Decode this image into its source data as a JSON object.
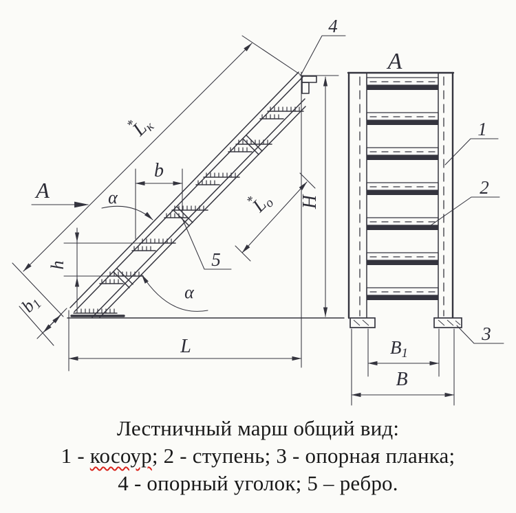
{
  "drawing": {
    "view_side_label": "A",
    "view_top_label": "А",
    "dims": {
      "lk": {
        "base": "L",
        "sub": "к",
        "sup": "*"
      },
      "lo": {
        "base": "L",
        "sub": "о",
        "sup": "*"
      },
      "b": "b",
      "b1": {
        "base": "b",
        "sub": "1"
      },
      "h": "h",
      "alpha_upper": "α",
      "alpha_lower": "α",
      "length": "L",
      "height": "H",
      "width_outer": "B",
      "width_inner": {
        "base": "B",
        "sub": "1"
      }
    },
    "callouts": {
      "stringer": "1",
      "step": "2",
      "support_plate": "3",
      "support_angle": "4",
      "rib": "5"
    }
  },
  "caption": {
    "line1": "Лестничный марш общий вид:",
    "line2_prefix": "1 - ",
    "line2_term": "косоур",
    "line2_suffix": "; 2 - ступень; 3 - опорная планка;",
    "line3": "4 - опорный уголок; 5 – ребро."
  },
  "colors": {
    "ink": "#34343e",
    "background": "#fbfbf8",
    "spellcheck_underline": "#d9241c"
  }
}
